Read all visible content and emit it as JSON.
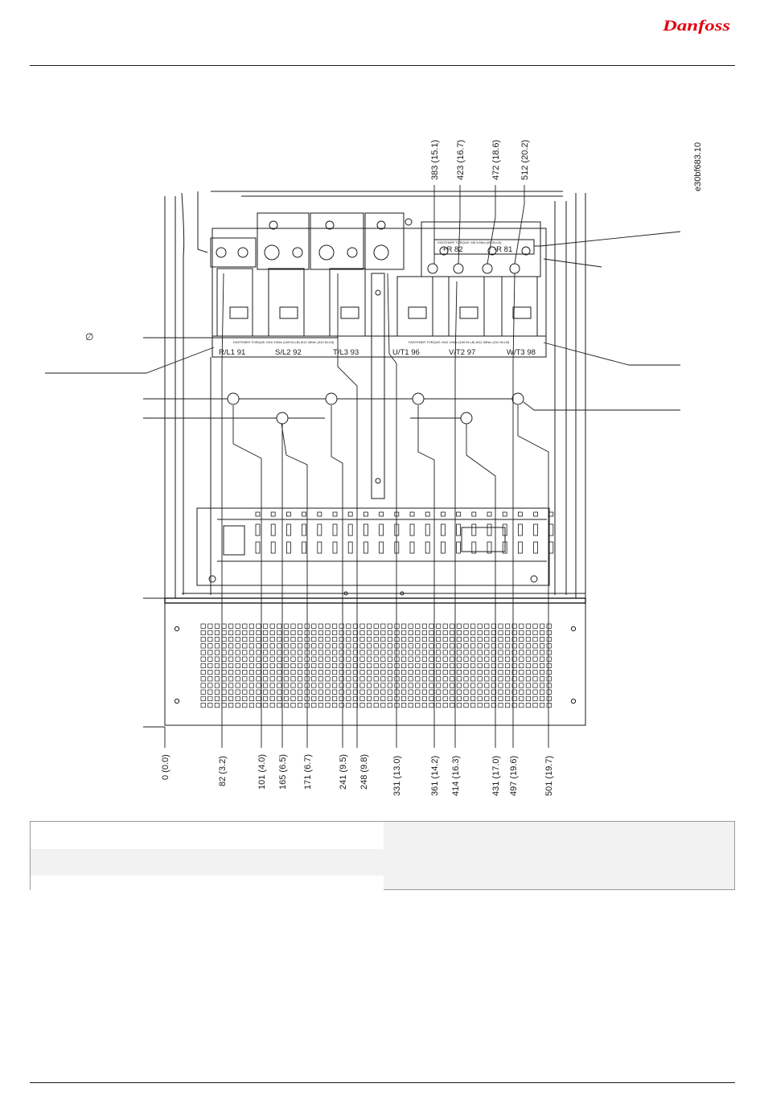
{
  "brand": {
    "name": "Danfoss",
    "color": "#e2000f"
  },
  "figure_id": "e30bf683.10",
  "dimensions_bottom": [
    "0 (0.0)",
    "82 (3.2)",
    "101 (4.0)",
    "165 (6.5)",
    "171 (6.7)",
    "241 (9.5)",
    "248 (9.8)",
    "331 (13.0)",
    "361 (14.2)",
    "414 (16.3)",
    "431 (17.0)",
    "497 (19.6)",
    "501 (19.7)"
  ],
  "dimensions_top": [
    "383 (15.1)",
    "423 (16.7)",
    "472 (18.6)",
    "512 (20.2)"
  ],
  "terminals": [
    "R/L1 91",
    "S/L2 92",
    "T/L3 93",
    "U/T1 96",
    "V/T2 97",
    "W/T3 98"
  ],
  "brake_terminals": [
    "+R 82",
    "-R 81"
  ],
  "fastener_note": "FASTENER TORQUE: M10 19Nm (169 IN-LB) M12 35Nm (310 IN-LB)",
  "brake_fastener_note": "FASTENER TORQUE: M8 9.6Nm (85 IN-LB)",
  "diameter_symbol": "∅"
}
